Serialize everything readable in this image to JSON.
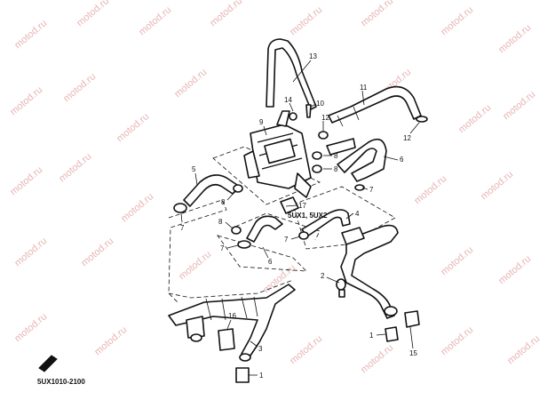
{
  "watermark": "motod.ru",
  "drawing_code": "5UX1010-2100",
  "model_note": "5UX1, 5UX2",
  "parts": {
    "p1a": "1",
    "p1b": "1",
    "p2": "2",
    "p3": "3",
    "p4": "4",
    "p5": "5",
    "p6a": "6",
    "p6b": "6",
    "p7a": "7",
    "p7b": "7",
    "p7c": "7",
    "p7d": "7",
    "p8a": "8",
    "p8b": "8",
    "p8c": "8",
    "p8d": "8",
    "p9": "9",
    "p10": "10",
    "p11": "11",
    "p12a": "12",
    "p12b": "12",
    "p13": "13",
    "p14": "14",
    "p15": "15",
    "p16": "16",
    "p17": "17"
  }
}
